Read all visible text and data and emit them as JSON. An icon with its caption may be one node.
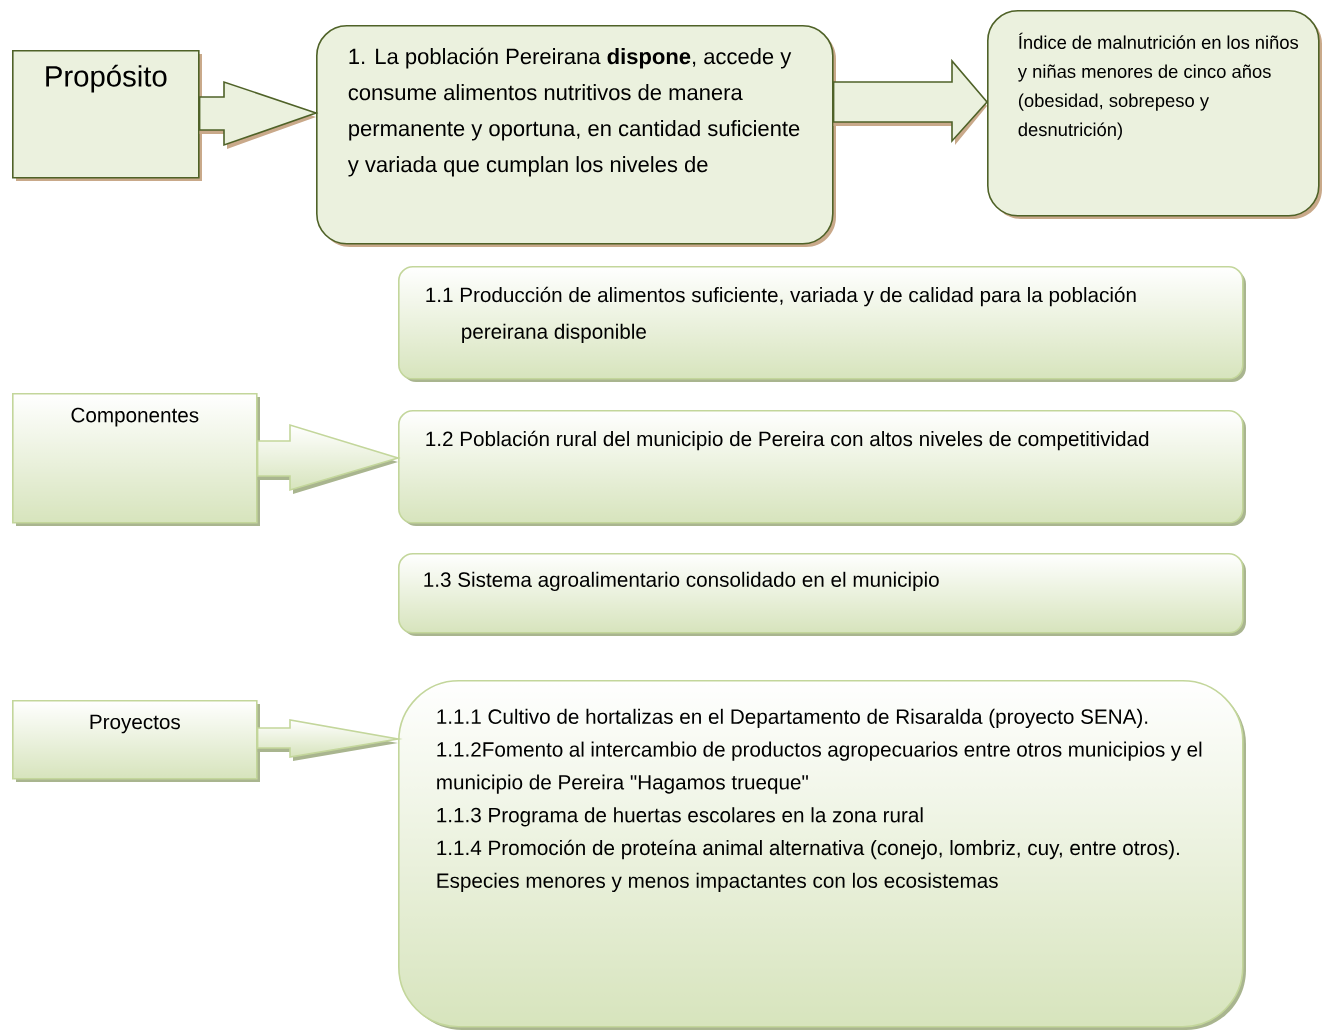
{
  "diagram": {
    "nodes": [
      {
        "text": [
          "Propósito"
        ]
      },
      {
        "text": [
          "1. La población Pereirana **dispone**, accede y consume alimentos nutritivos de manera permanente y oportuna, en cantidad suficiente y variada que cumplan los niveles de"
        ]
      },
      {
        "text": [
          "Índice de malnutrición en los niños y niñas menores de cinco años (obesidad, sobrepeso y desnutrición)"
        ]
      },
      {
        "text": [
          "Componentes"
        ]
      },
      {
        "text": [
          "1.1 Producción de alimentos suficiente, variada y de calidad para la población pereirana disponible"
        ]
      },
      {
        "text": [
          "1.2 Población rural del municipio de Pereira con altos niveles de competitividad"
        ]
      },
      {
        "text": [
          "1.3 Sistema agroalimentario consolidado en el municipio"
        ]
      },
      {
        "text": [
          "Proyectos"
        ]
      },
      {
        "text": [
          "1.1.1 Cultivo de hortalizas en el Departamento de Risaralda (proyecto SENA).",
          "1.1.2Fomento al intercambio de productos agropecuarios entre otros municipios y el municipio de Pereira \"Hagamos trueque\"",
          "1.1.3 Programa de huertas escolares en la zona rural",
          "1.1.4 Promoción de proteína animal alternativa (conejo, lombriz, cuy, entre otros). Especies menores y menos impactantes con los ecosistemas"
        ]
      }
    ],
    "edges": [
      {
        "from": 0,
        "to": 1,
        "arrow": "to"
      },
      {
        "from": 1,
        "to": 2,
        "arrow": "to"
      },
      {
        "from": 3,
        "to": 5,
        "arrow": "to"
      },
      {
        "from": 7,
        "to": 8,
        "arrow": "to"
      }
    ]
  }
}
